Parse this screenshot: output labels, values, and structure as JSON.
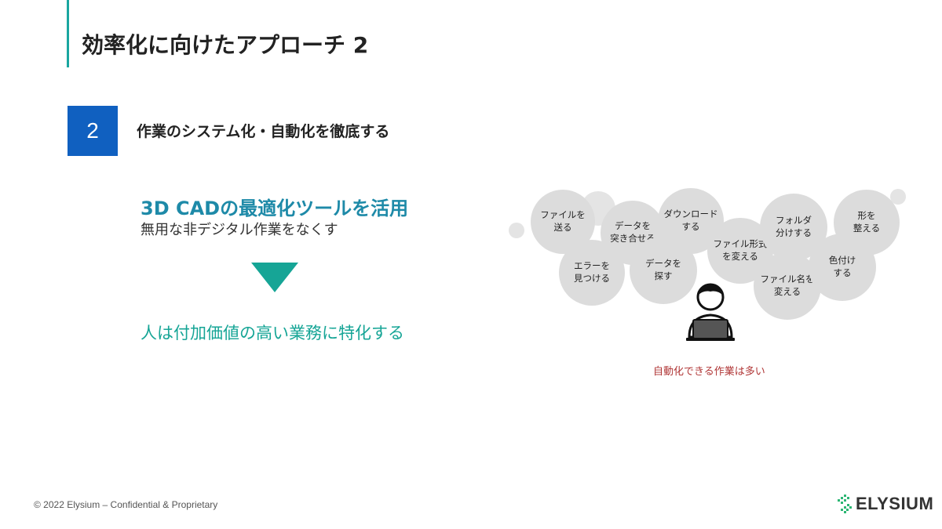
{
  "slide": {
    "title": "効率化に向けたアプローチ 2",
    "section_number": "2",
    "section_heading": "作業のシステム化・自動化を徹底する"
  },
  "left": {
    "tool_title": "3D CADの最適化ツールを活用",
    "tool_subtitle": "無用な非デジタル作業をなくす",
    "result": "人は付加価値の高い業務に特化する",
    "arrow_color": "#16a596"
  },
  "illustration": {
    "bubbles": [
      {
        "label": "ファイルを\n送る"
      },
      {
        "label": "データを\n突き合せる"
      },
      {
        "label": "ダウンロード\nする"
      },
      {
        "label": "ファイル形式\nを変える"
      },
      {
        "label": "フォルダ\n分けする"
      },
      {
        "label": "形を\n整える"
      },
      {
        "label": "エラーを\n見つける"
      },
      {
        "label": "データを\n探す"
      },
      {
        "label": "ファイル名を\n変える"
      },
      {
        "label": "色付け\nする"
      }
    ],
    "person_icon": "person-at-laptop-icon",
    "caption": "自動化できる作業は多い"
  },
  "footer": {
    "copyright": "© 2022 Elysium – Confidential & Proprietary",
    "logo_text": "ELYSIUM",
    "logo_icon": "elysium-arrows-icon"
  },
  "colors": {
    "accent_teal": "#16a596",
    "title_blue": "#1e8aa8",
    "badge_blue": "#1060c0",
    "caption_red": "#b03636"
  }
}
